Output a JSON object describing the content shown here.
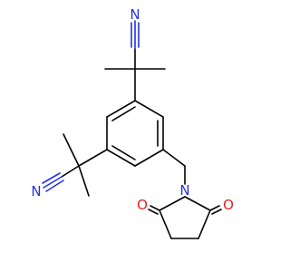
{
  "colors": {
    "background": "#ffffff",
    "bond": "#000000",
    "nitrogen": "#2233dd",
    "oxygen": "#dd2222"
  },
  "labels": {
    "nitrile_top": "N",
    "nitrile_left": "N",
    "imide_nitrogen": "N",
    "carbonyl_left": "O",
    "carbonyl_right": "O"
  }
}
